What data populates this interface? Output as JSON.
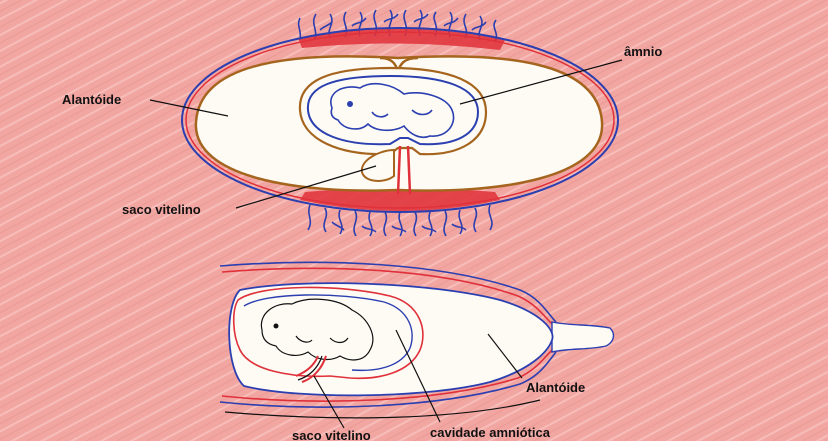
{
  "colors": {
    "background": "#f2a6a2",
    "chorion_blue": "#2b3fb0",
    "tissue_red": "#e0303a",
    "allantois_brown": "#a5651f",
    "cavity_fill": "#fdfbf4",
    "leader_line": "#111111"
  },
  "labels": {
    "top": {
      "allantois": "Alantóide",
      "amnion": "âmnio",
      "yolk_sac": "saco vitelino"
    },
    "bottom": {
      "allantois": "Alantóide",
      "yolk_sac": "saco vitelino",
      "amniotic_cavity": "cavidade amniótica"
    }
  }
}
